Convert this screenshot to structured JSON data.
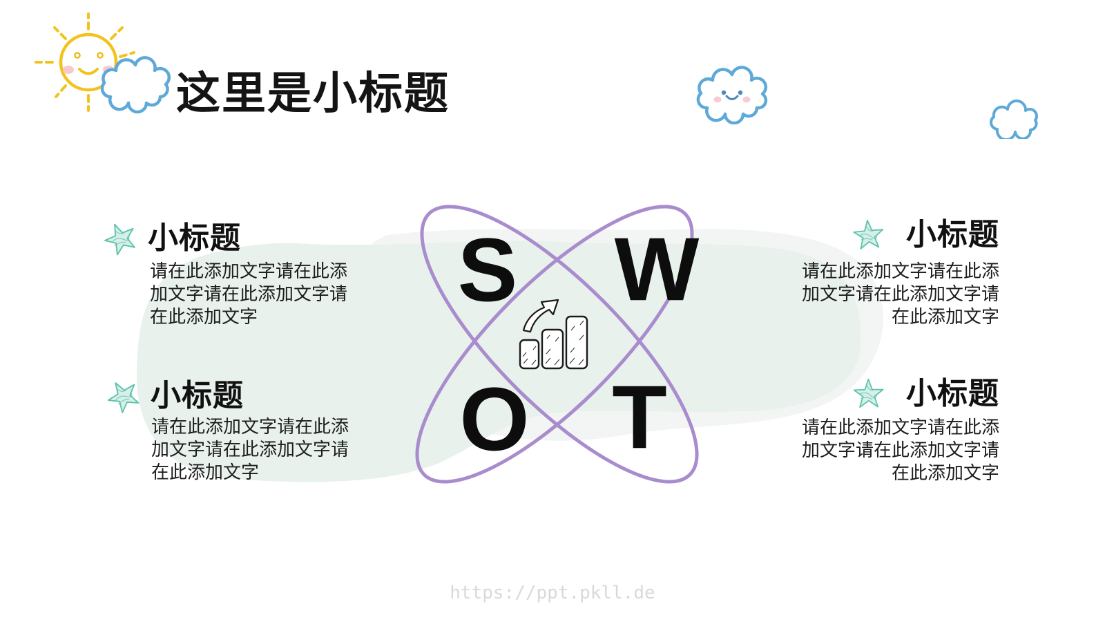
{
  "title": "这里是小标题",
  "watermark": "https://ppt.pkll.de",
  "swot": {
    "s": "S",
    "w": "W",
    "o": "O",
    "t": "T"
  },
  "blocks": [
    {
      "position": "top-left",
      "heading": "小标题",
      "body": "请在此添加文字请在此添加文字请在此添加文字请在此添加文字"
    },
    {
      "position": "bottom-left",
      "heading": "小标题",
      "body": "请在此添加文字请在此添加文字请在此添加文字请在此添加文字"
    },
    {
      "position": "top-right",
      "heading": "小标题",
      "body": "请在此添加文字请在此添加文字请在此添加文字请在此添加文字"
    },
    {
      "position": "bottom-right",
      "heading": "小标题",
      "body": "请在此添加文字请在此添加文字请在此添加文字请在此添加文字"
    }
  ],
  "icons": [
    "sun-face-icon",
    "cloud-icon",
    "cloud-face-icon",
    "small-cloud-icon",
    "star-icon",
    "growth-chart-icon",
    "up-arrow-icon"
  ],
  "colors": {
    "accent_purple": "#a98ccd",
    "star_teal": "#5fc3ac",
    "sun_yellow": "#f2c31c",
    "cloud_blue": "#5ea9d8",
    "cheek_pink": "#f7cbd6",
    "blob_mint": "#e8f1ec",
    "blob_light": "#f2f5f3",
    "text_black": "#111111",
    "watermark_gray": "#d9d9db"
  }
}
